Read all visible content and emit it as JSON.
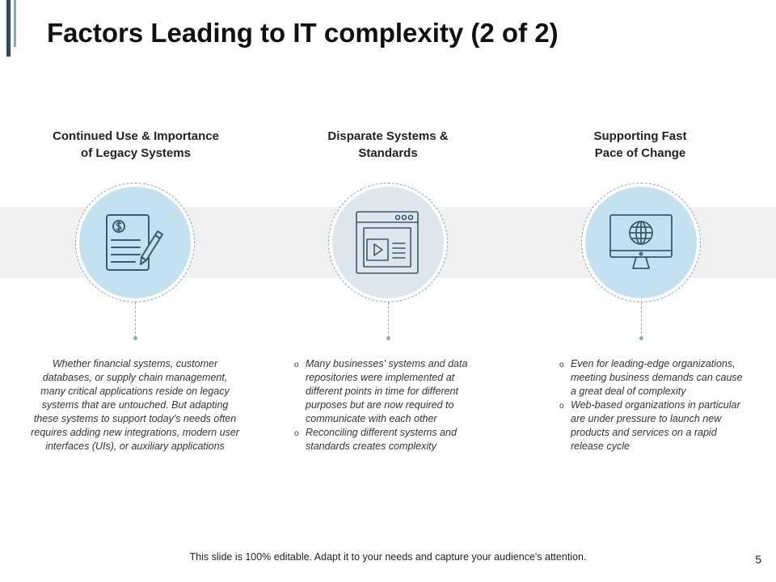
{
  "slide": {
    "title": "Factors Leading to IT complexity (2 of 2)",
    "footer": "This slide is 100% editable. Adapt it to your needs and capture your audience's attention.",
    "page_number": "5"
  },
  "colors": {
    "accent_dark": "#2b4a5c",
    "accent_light": "#7fa7be",
    "circle_light_blue": "#c3e1ef",
    "circle_grey_blue": "#dde6ec",
    "icon_stroke": "#3a5a6e"
  },
  "columns": [
    {
      "heading_lines": [
        "Continued Use & Importance",
        "of Legacy Systems"
      ],
      "icon": "financial-document-pen-icon",
      "paragraph": "Whether financial systems, customer databases, or supply chain management, many critical applications reside on legacy systems that are untouched. But adapting these systems to support today's needs often requires adding new integrations, modern user interfaces (UIs), or auxiliary applications"
    },
    {
      "heading_lines": [
        "Disparate Systems &",
        "Standards"
      ],
      "icon": "browser-video-window-icon",
      "bullet_marker": "o",
      "bullets": [
        "Many businesses' systems and data repositories were implemented at different points in time for different purposes but are now required to communicate with each other",
        "Reconciling different systems and standards creates complexity"
      ]
    },
    {
      "heading_lines": [
        "Supporting Fast",
        "Pace of Change"
      ],
      "icon": "monitor-globe-icon",
      "bullet_marker": "o",
      "bullets": [
        "Even for leading-edge organizations, meeting business demands can cause a great deal of complexity",
        "Web-based organizations in particular are under pressure to launch new products and services on a rapid release cycle"
      ]
    }
  ]
}
